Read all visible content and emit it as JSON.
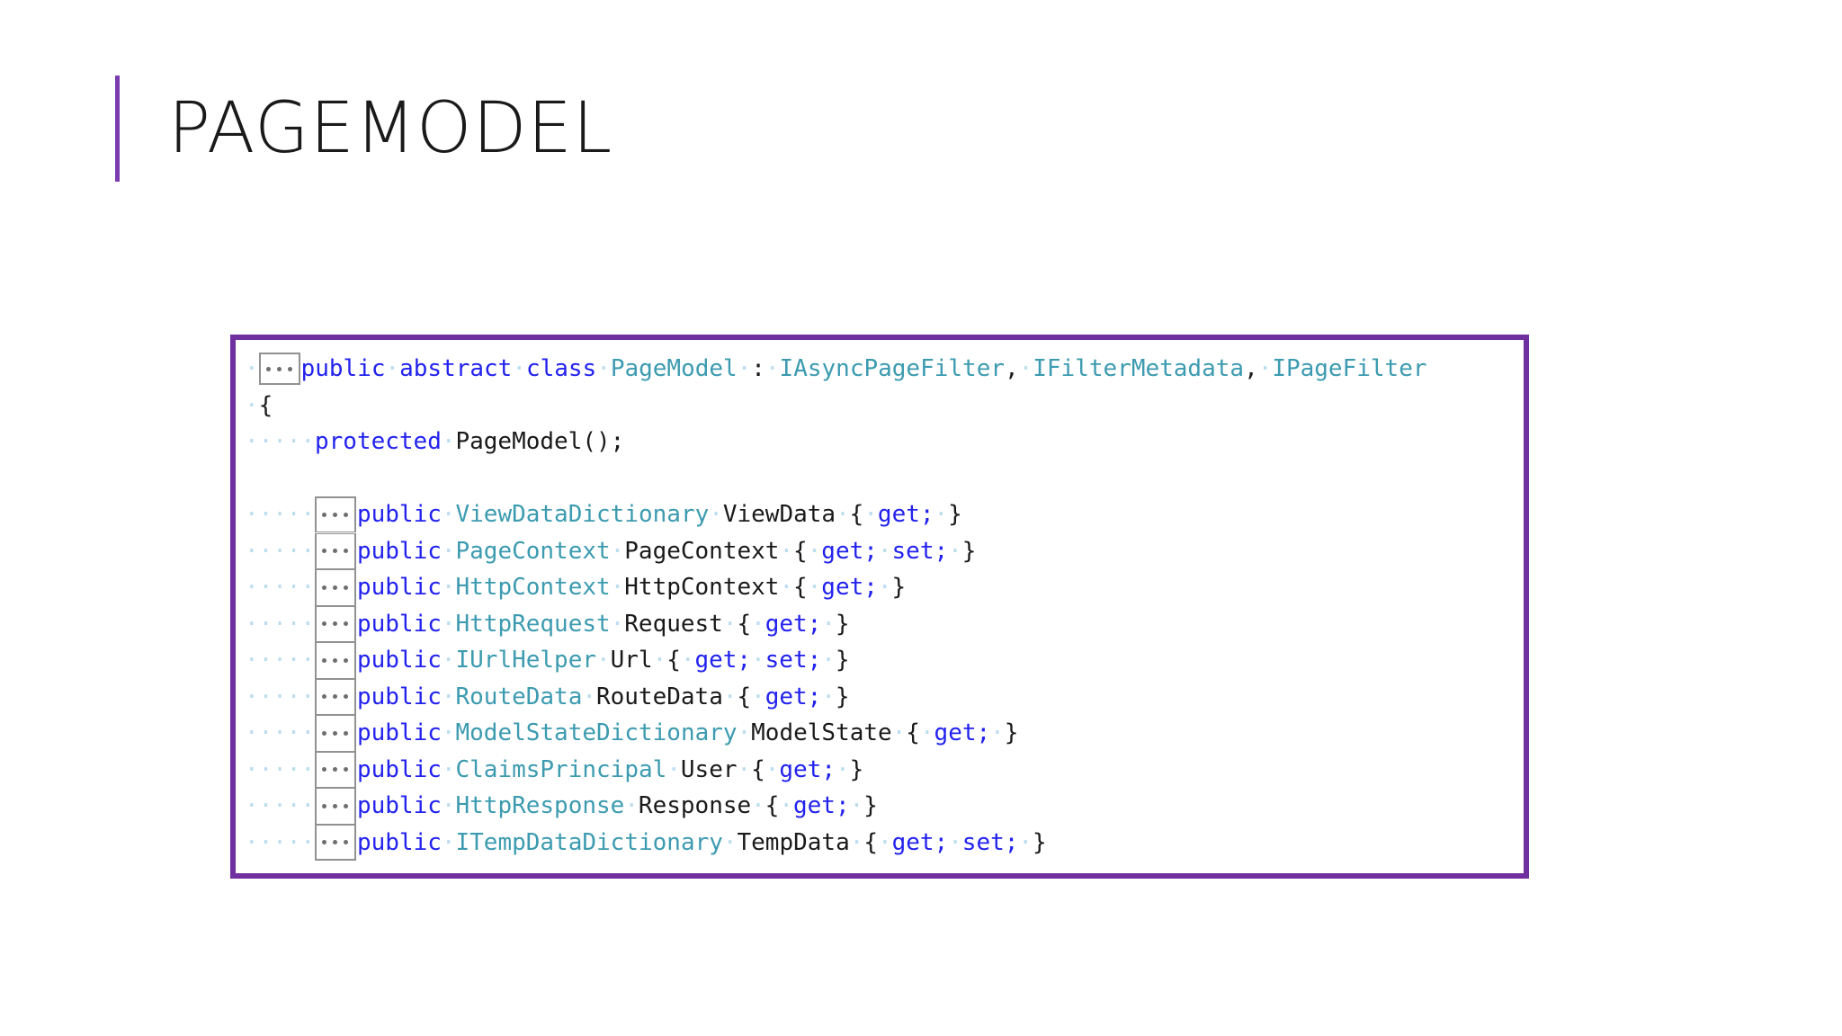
{
  "slide": {
    "title": "PAGEMODEL",
    "accent_color": "#7A3CAF",
    "background": "#FFFFFF"
  },
  "code_block": {
    "border_color": "#7030A0",
    "background": "#FFFFFF",
    "language": "csharp",
    "colors": {
      "keyword": "#2222EE",
      "type": "#3C9BB0",
      "plain": "#1A1A1A",
      "whitespace_dot": "#BBDDEE",
      "collapse_box_border": "#919191",
      "collapse_box_dot": "#6E6E6E"
    },
    "collapse_glyph": "...",
    "lines": [
      {
        "id": "class-declaration",
        "text": "public abstract class PageModel : IAsyncPageFilter, IFilterMetadata, IPageFilter",
        "keywords": [
          "public",
          "abstract",
          "class"
        ],
        "class_name": "PageModel",
        "interfaces": [
          "IAsyncPageFilter",
          "IFilterMetadata",
          "IPageFilter"
        ]
      },
      {
        "id": "open-brace",
        "text": "{"
      },
      {
        "id": "constructor",
        "text": "protected PageModel();",
        "modifier": "protected",
        "name": "PageModel();"
      },
      {
        "id": "blank",
        "text": ""
      }
    ],
    "properties": [
      {
        "modifier": "public",
        "type": "ViewDataDictionary",
        "name": "ViewData",
        "accessors": "{ get; }"
      },
      {
        "modifier": "public",
        "type": "PageContext",
        "name": "PageContext",
        "accessors": "{ get; set; }"
      },
      {
        "modifier": "public",
        "type": "HttpContext",
        "name": "HttpContext",
        "accessors": "{ get; }"
      },
      {
        "modifier": "public",
        "type": "HttpRequest",
        "name": "Request",
        "accessors": "{ get; }"
      },
      {
        "modifier": "public",
        "type": "IUrlHelper",
        "name": "Url",
        "accessors": "{ get; set; }"
      },
      {
        "modifier": "public",
        "type": "RouteData",
        "name": "RouteData",
        "accessors": "{ get; }"
      },
      {
        "modifier": "public",
        "type": "ModelStateDictionary",
        "name": "ModelState",
        "accessors": "{ get; }"
      },
      {
        "modifier": "public",
        "type": "ClaimsPrincipal",
        "name": "User",
        "accessors": "{ get; }"
      },
      {
        "modifier": "public",
        "type": "HttpResponse",
        "name": "Response",
        "accessors": "{ get; }"
      },
      {
        "modifier": "public",
        "type": "ITempDataDictionary",
        "name": "TempData",
        "accessors": "{ get; set; }"
      }
    ],
    "tokens": {
      "public": "public",
      "abstract": "abstract",
      "class": "class",
      "protected": "protected",
      "get": "get;",
      "set": "set;",
      "colon": ":",
      "comma": ",",
      "open_brace": "{",
      "close_brace": "}",
      "open_curly": "{",
      "close_curly": "}"
    }
  }
}
